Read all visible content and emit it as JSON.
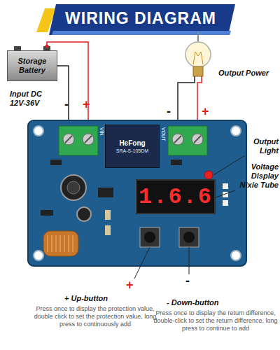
{
  "diagram": {
    "title": "WIRING DIAGRAM",
    "nodes": [
      {
        "text": [
          "Storage Battery"
        ]
      },
      {
        "text": [
          "HeFong",
          "SRA-S-105DM"
        ]
      },
      {
        "text": [
          "1.6.6"
        ]
      }
    ],
    "labels": [
      "-",
      "+",
      "Input DC 12V-36V",
      "Output Power",
      "-",
      "+",
      "VIN",
      "VOUT",
      "Output Light",
      "Voltage Display Nixie Tube",
      "+",
      "-",
      "+ Up-button",
      "Press once to display the protection value, double click to set the protection value, long press to continuously add",
      "- Down-button",
      "Press once to display the return difference, double-click to set the return difference, long press to continue to add"
    ]
  }
}
